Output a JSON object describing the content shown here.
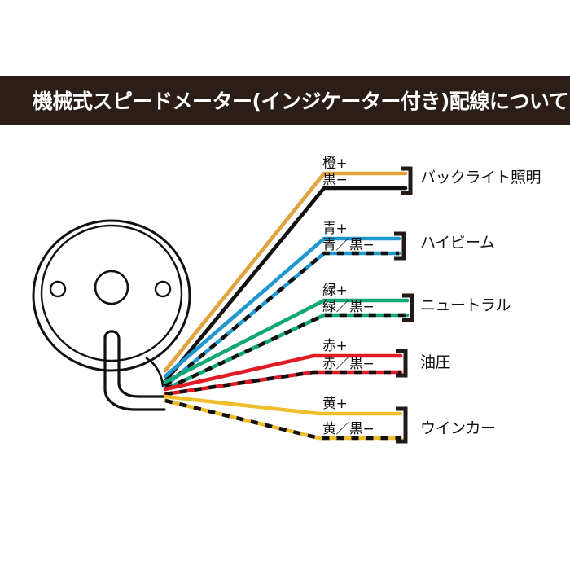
{
  "header": {
    "title": "機械式スピードメーター(インジケーター付き)配線について",
    "background_color": "#2b1e18",
    "text_color": "#ffffff"
  },
  "diagram": {
    "type": "wiring-diagram",
    "device": {
      "name": "speedometer-body",
      "shape": "circular-gauge-rear",
      "cable_boot": "hook-shaped cable sleeve exiting bottom-right",
      "holes": [
        "center-hole",
        "left-small-hole",
        "right-small-hole"
      ]
    },
    "wire_colors": {
      "orange": "#e2a23c",
      "black": "#111111",
      "blue": "#2097ce",
      "green": "#12a776",
      "red": "#e11b26",
      "yellow": "#efbe2d"
    },
    "groups": [
      {
        "id": "backlight",
        "function": "バックライト照明",
        "plus": {
          "label": "橙+",
          "color": "#e2a23c",
          "dashed": false
        },
        "minus": {
          "label": "黒−",
          "color": "#111111",
          "dashed": false
        }
      },
      {
        "id": "high-beam",
        "function": "ハイビーム",
        "plus": {
          "label": "青+",
          "color": "#2097ce",
          "dashed": false
        },
        "minus": {
          "label": "青／黒−",
          "color": "#2097ce",
          "dashed": true
        }
      },
      {
        "id": "neutral",
        "function": "ニュートラル",
        "plus": {
          "label": "緑+",
          "color": "#12a776",
          "dashed": false
        },
        "minus": {
          "label": "緑／黒−",
          "color": "#12a776",
          "dashed": true
        }
      },
      {
        "id": "oil-pressure",
        "function": "油圧",
        "plus": {
          "label": "赤+",
          "color": "#e11b26",
          "dashed": false
        },
        "minus": {
          "label": "赤／黒−",
          "color": "#e11b26",
          "dashed": true
        }
      },
      {
        "id": "turn-signal",
        "function": "ウインカー",
        "plus": {
          "label": "黄+",
          "color": "#efbe2d",
          "dashed": false
        },
        "minus": {
          "label": "黄／黒−",
          "color": "#efbe2d",
          "dashed": true
        }
      }
    ]
  }
}
